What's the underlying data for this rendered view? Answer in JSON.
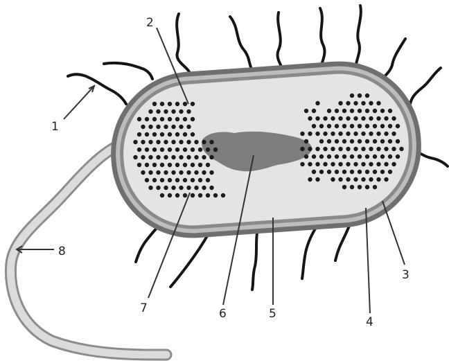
{
  "diagram": {
    "labels": {
      "n1": "1",
      "n2": "2",
      "n3": "3",
      "n4": "4",
      "n5": "5",
      "n6": "6",
      "n7": "7",
      "n8": "8"
    }
  },
  "colors": {
    "outer_layer": "#6f6f6f",
    "middle_layer": "#bdbdbd",
    "inner_membrane": "#8a8a8a",
    "cytoplasm": "#e4e4e4",
    "nucleoid": "#7d7d7d",
    "ribosome": "#1c1c1c",
    "pili": "#151515",
    "flagellum_fill": "#dcdcdc",
    "flagellum_edge": "#8c8c8c",
    "label_text": "#222222"
  }
}
